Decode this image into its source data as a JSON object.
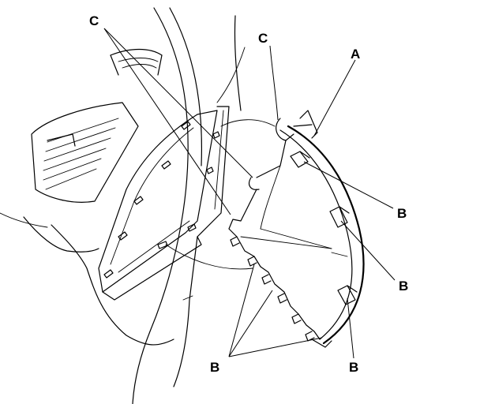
{
  "diagram": {
    "callouts": {
      "c_left": "C",
      "c_mid": "C",
      "a": "A",
      "b1": "B",
      "b2": "B",
      "b3": "B",
      "b_bottom": "B"
    }
  }
}
